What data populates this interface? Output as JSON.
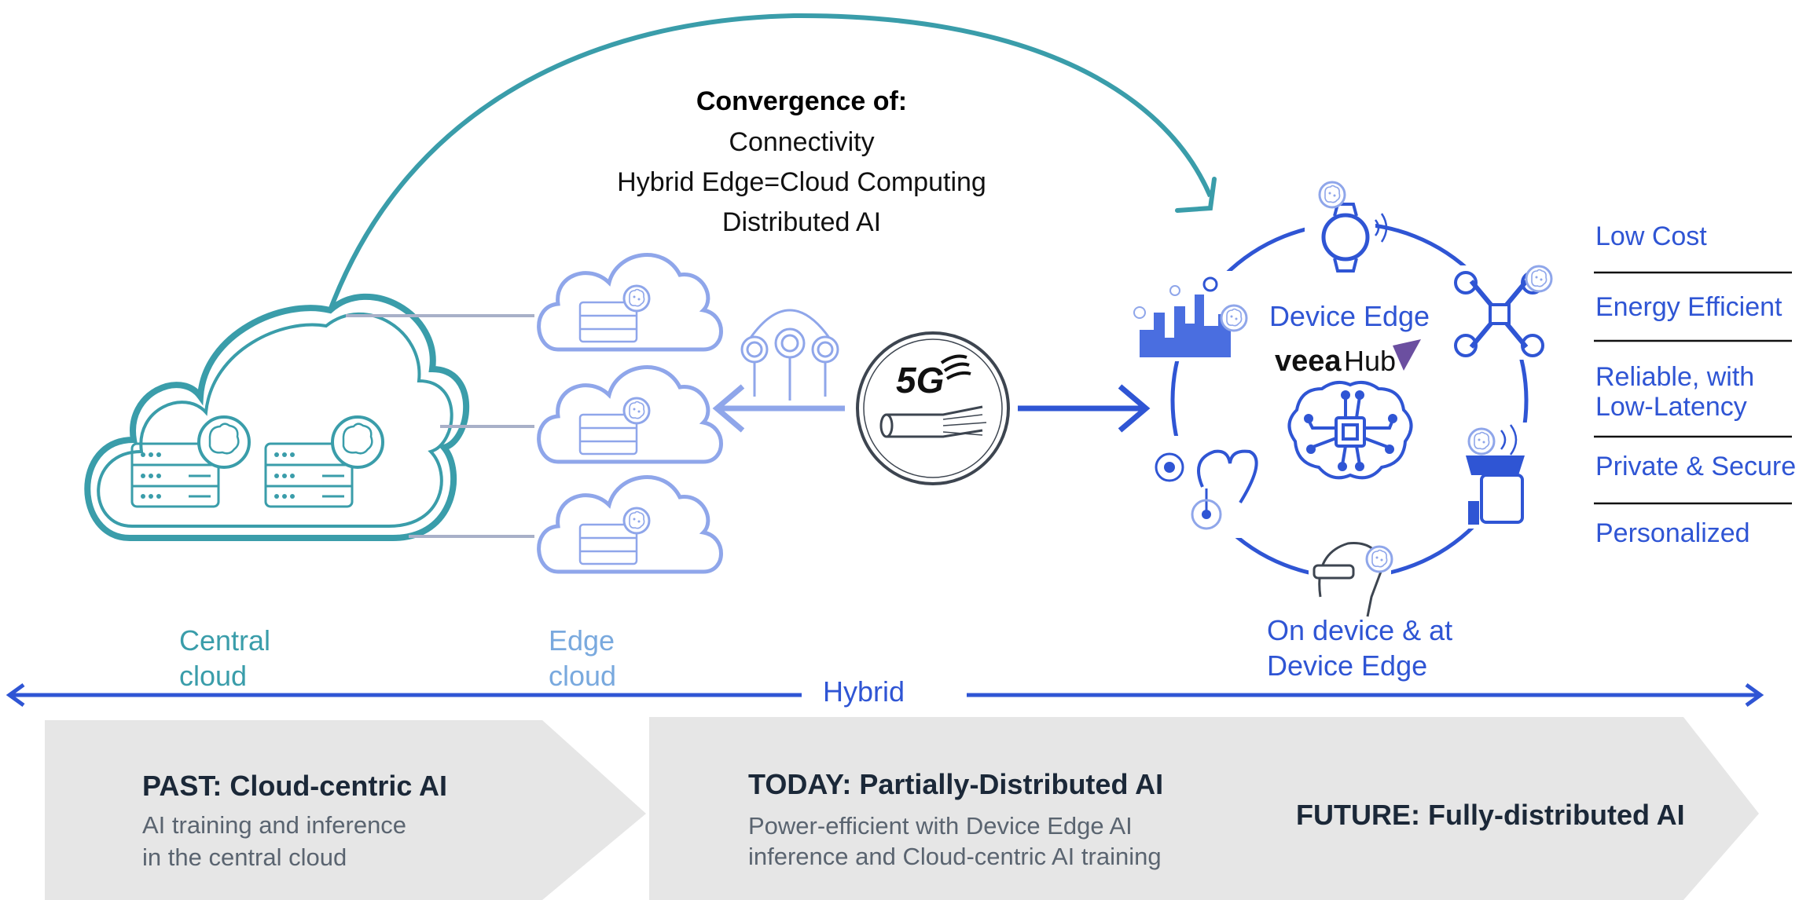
{
  "convergence": {
    "title": "Convergence of:",
    "lines": [
      "Connectivity",
      "Hybrid Edge=Cloud Computing",
      "Distributed AI"
    ]
  },
  "labels": {
    "central_cloud": [
      "Central",
      "cloud"
    ],
    "edge_cloud": [
      "Edge",
      "cloud"
    ],
    "hybrid": "Hybrid",
    "device_edge_title": "Device Edge",
    "on_device": [
      "On device & at",
      "Device Edge"
    ],
    "five_g": "5G"
  },
  "brand": {
    "veea": "veea",
    "hub": "Hub"
  },
  "benefits": [
    "Low Cost",
    "Energy Efficient",
    "Reliable, with Low-Latency",
    "Private & Secure",
    "Personalized"
  ],
  "benefits_lines": [
    [
      "Low Cost"
    ],
    [
      "Energy Efficient"
    ],
    [
      "Reliable, with",
      "Low-Latency"
    ],
    [
      "Private & Secure"
    ],
    [
      "Personalized"
    ]
  ],
  "stages": {
    "past": {
      "title": "PAST: Cloud-centric AI",
      "desc": [
        "AI training and inference",
        "in the central cloud"
      ]
    },
    "today": {
      "title": "TODAY: Partially-Distributed AI",
      "desc": [
        "Power-efficient with Device Edge AI",
        "inference and Cloud-centric AI training"
      ]
    },
    "future": {
      "title": "FUTURE: Fully-distributed AI"
    }
  },
  "colors": {
    "teal": "#3a9daa",
    "blue": "#2f55d4",
    "light_blue": "#8fa6ea",
    "edge_label": "#79a9de",
    "navy": "#1b2838",
    "gray_band": "#e6e6e6",
    "text_gray": "#5a6470",
    "purple": "#6b4fa0"
  }
}
